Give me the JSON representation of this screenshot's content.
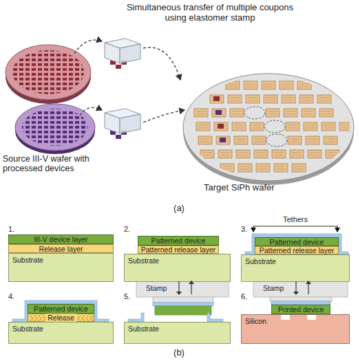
{
  "diagram": {
    "nodes": [
      {
        "text": [
          "III-V device layer"
        ]
      },
      {
        "text": [
          "Release layer"
        ]
      },
      {
        "text": [
          "Substrate"
        ]
      },
      {
        "text": [
          "Patterned device"
        ]
      },
      {
        "text": [
          "Patterned release layer"
        ]
      },
      {
        "text": [
          "Substrate"
        ]
      },
      {
        "text": [
          "Patterned device"
        ]
      },
      {
        "text": [
          "Patterned release layer"
        ]
      },
      {
        "text": [
          "Substrate"
        ]
      },
      {
        "text": [
          "Patterned device"
        ]
      },
      {
        "text": [
          "Release"
        ]
      },
      {
        "text": [
          "Substrate"
        ]
      },
      {
        "text": [
          "Stamp"
        ]
      },
      {
        "text": [
          "Substrate"
        ]
      },
      {
        "text": [
          "Stamp"
        ]
      },
      {
        "text": [
          "Printed device"
        ]
      },
      {
        "text": [
          "Silicon"
        ]
      }
    ],
    "labels": [
      "Simultaneous transfer of multiple coupons using elastomer stamp",
      "Source III-V wafer with processed devices",
      "Target SiPh wafer",
      "(a)",
      "1.",
      "2.",
      "3.",
      "Tethers",
      "4.",
      "5.",
      "6.",
      "(b)"
    ]
  }
}
